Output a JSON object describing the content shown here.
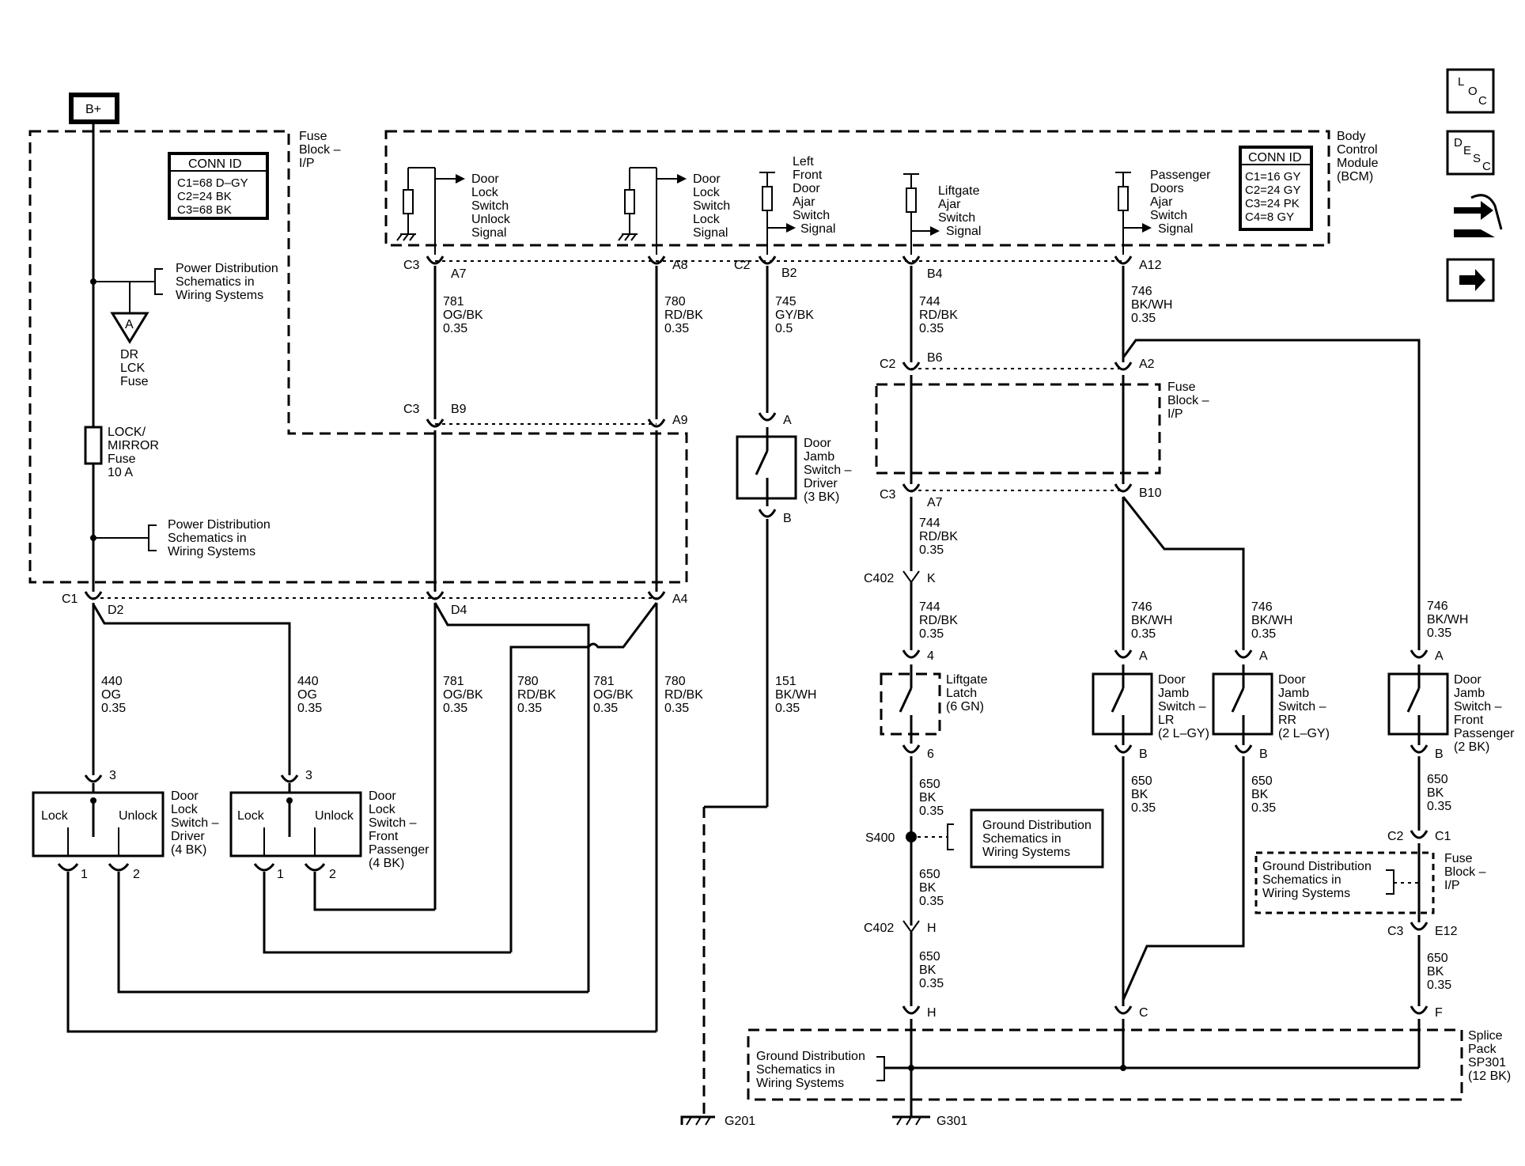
{
  "battery": "B+",
  "fuse_block_ip": [
    "Fuse",
    "Block –",
    "I/P"
  ],
  "bcm": [
    "Body",
    "Control",
    "Module",
    "(BCM)"
  ],
  "conn_fuse": {
    "title": "CONN ID",
    "lines": [
      "C1=68 D–GY",
      "C2=24 BK",
      "C3=68 BK"
    ]
  },
  "conn_bcm": {
    "title": "CONN ID",
    "lines": [
      "C1=16 GY",
      "C2=24 GY",
      "C3=24 PK",
      "C4=8 GY"
    ]
  },
  "nav_icons": {
    "loc": [
      "L",
      "O",
      "C"
    ],
    "desc": [
      "D",
      "E",
      "S",
      "C"
    ]
  },
  "power_dist": [
    "Power Distribution",
    "Schematics in",
    "Wiring Systems"
  ],
  "ground_dist": [
    "Ground Distribution",
    "Schematics in",
    "Wiring Systems"
  ],
  "dr_lck_fuse": [
    "DR",
    "LCK",
    "Fuse"
  ],
  "fuse_ref": "A",
  "lock_mirror_fuse": [
    "LOCK/",
    "MIRROR",
    "Fuse",
    "10 A"
  ],
  "signals": {
    "unlock": [
      "Door",
      "Lock",
      "Switch",
      "Unlock",
      "Signal"
    ],
    "lock": [
      "Door",
      "Lock",
      "Switch",
      "Lock",
      "Signal"
    ],
    "lf_ajar": [
      "Left",
      "Front",
      "Door",
      "Ajar",
      "Switch",
      "Signal"
    ],
    "liftgate_ajar": [
      "Liftgate",
      "Ajar",
      "Switch",
      "Signal"
    ],
    "pass_ajar": [
      "Passenger",
      "Doors",
      "Ajar",
      "Switch",
      "Signal"
    ]
  },
  "connectors": {
    "C1": "C1",
    "C2": "C2",
    "C3": "C3",
    "C402": "C402",
    "A7": "A7",
    "A8": "A8",
    "B2": "B2",
    "B4": "B4",
    "A12": "A12",
    "B6": "B6",
    "A2": "A2",
    "B9": "B9",
    "A9": "A9",
    "B10": "B10",
    "D2": "D2",
    "D4": "D4",
    "A4": "A4",
    "K": "K",
    "H": "H",
    "E12": "E12",
    "A": "A",
    "B": "B",
    "C": "C",
    "F": "F",
    "n1": "1",
    "n2": "2",
    "n3": "3",
    "n4": "4",
    "n6": "6"
  },
  "wires": {
    "w781": [
      "781",
      "OG/BK",
      "0.35"
    ],
    "w780": [
      "780",
      "RD/BK",
      "0.35"
    ],
    "w745": [
      "745",
      "GY/BK",
      "0.5"
    ],
    "w744": [
      "744",
      "RD/BK",
      "0.35"
    ],
    "w746": [
      "746",
      "BK/WH",
      "0.35"
    ],
    "w440": [
      "440",
      "OG",
      "0.35"
    ],
    "w151": [
      "151",
      "BK/WH",
      "0.35"
    ],
    "w650": [
      "650",
      "BK",
      "0.35"
    ]
  },
  "switches": {
    "dj_driver": [
      "Door",
      "Jamb",
      "Switch –",
      "Driver",
      "(3 BK)"
    ],
    "liftgate_latch": [
      "Liftgate",
      "Latch",
      "(6 GN)"
    ],
    "dj_lr": [
      "Door",
      "Jamb",
      "Switch –",
      "LR",
      "(2 L–GY)"
    ],
    "dj_rr": [
      "Door",
      "Jamb",
      "Switch –",
      "RR",
      "(2 L–GY)"
    ],
    "dj_fp": [
      "Door",
      "Jamb",
      "Switch –",
      "Front",
      "Passenger",
      "(2 BK)"
    ],
    "dls_driver": [
      "Door",
      "Lock",
      "Switch –",
      "Driver",
      "(4 BK)"
    ],
    "dls_pass": [
      "Door",
      "Lock",
      "Switch –",
      "Front",
      "Passenger",
      "(4 BK)"
    ],
    "lock": "Lock",
    "unlock": "Unlock"
  },
  "splice": {
    "s400": "S400",
    "sp301": [
      "Splice",
      "Pack",
      "SP301",
      "(12 BK)"
    ]
  },
  "grounds": {
    "g201": "G201",
    "g301": "G301"
  }
}
